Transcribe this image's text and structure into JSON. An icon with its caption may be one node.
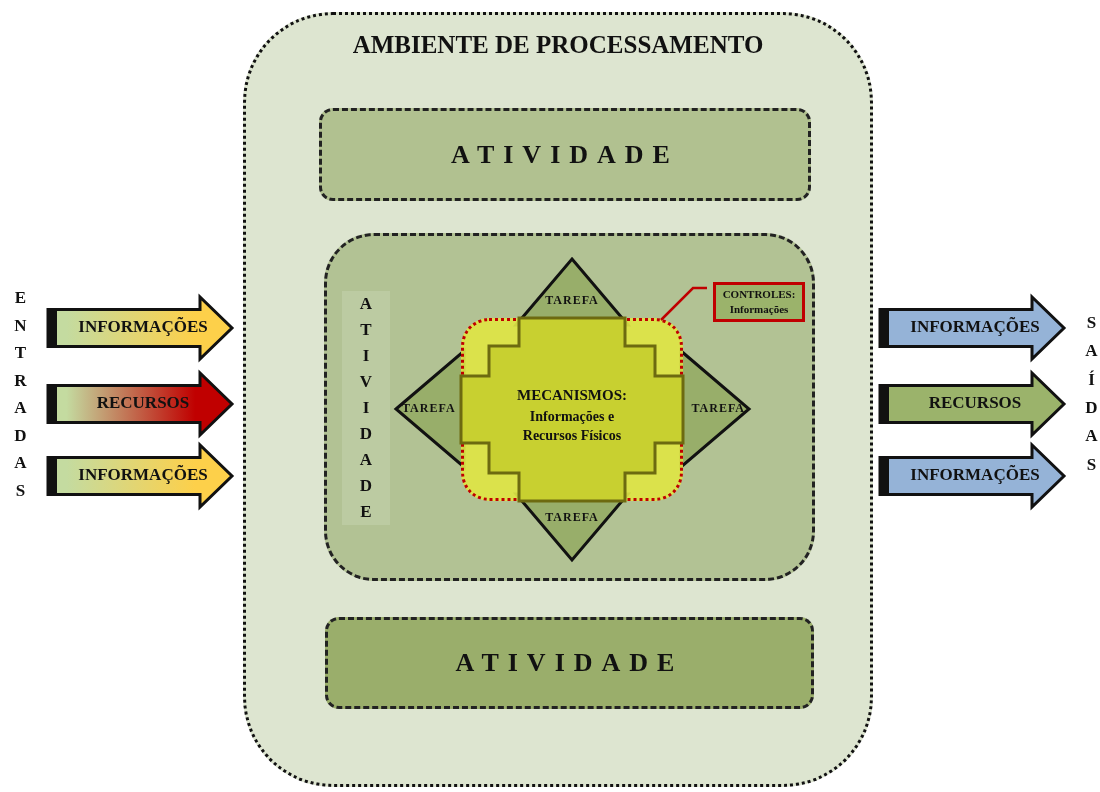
{
  "diagram": {
    "nodes": [
      {
        "text": [
          "AMBIENTE DE PROCESSAMENTO"
        ]
      },
      {
        "text": [
          "ATIVIDADE"
        ],
        "in": 0
      },
      {
        "text": [
          "ATIVIDADE"
        ],
        "in": 0
      },
      {
        "text": [
          "TAREFA"
        ],
        "in": 2
      },
      {
        "text": [
          "TAREFA"
        ],
        "in": 2
      },
      {
        "text": [
          "TAREFA"
        ],
        "in": 2
      },
      {
        "text": [
          "TAREFA"
        ],
        "in": 2
      },
      {
        "text": [
          "MECANISMOS:",
          "Informações e Recursos Físicos"
        ],
        "in": 2
      },
      {
        "text": [
          "CONTROLES:",
          "Informações"
        ],
        "in": 2
      },
      {
        "text": [
          "ATIVIDADE"
        ],
        "in": 0
      },
      {
        "text": [
          "INFORMAÇÕES"
        ]
      },
      {
        "text": [
          "RECURSOS"
        ]
      },
      {
        "text": [
          "INFORMAÇÕES"
        ]
      },
      {
        "text": [
          "INFORMAÇÕES"
        ]
      },
      {
        "text": [
          "RECURSOS"
        ]
      },
      {
        "text": [
          "INFORMAÇÕES"
        ]
      }
    ],
    "edges": [
      {
        "from": 8,
        "to": 7,
        "arrow": "none",
        "color": "#c00000"
      }
    ],
    "labels": [
      "ENTRADAS",
      "SAÍDAS"
    ]
  }
}
